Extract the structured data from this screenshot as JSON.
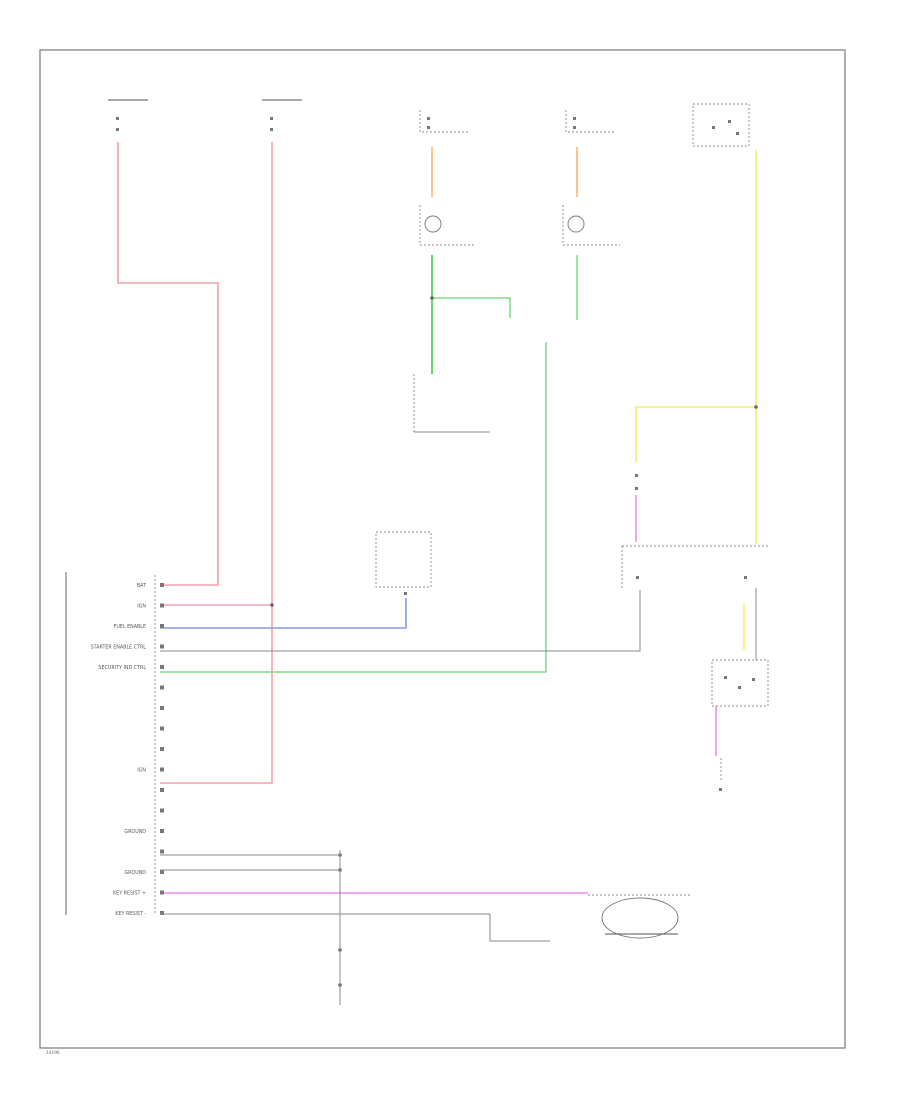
{
  "footer_code": "14196",
  "wire_colors": {
    "red": "#f7a0a8",
    "pink": "#f2a3c2",
    "blue": "#8a9ae6",
    "green": "#86dc8a",
    "bright_green": "#36d13e",
    "yellow": "#f4f06a",
    "orange": "#f7b56b",
    "magenta": "#f08cf0",
    "grey": "#8a8a8a"
  },
  "connector_pins": [
    "BAT",
    "IGN",
    "FUEL ENABLE",
    "STARTER ENABLE CTRL",
    "SECURITY IND CTRL",
    "",
    "",
    "",
    "",
    "IGN",
    "",
    "",
    "GROUND",
    "",
    "GROUND",
    "KEY RESIST +",
    "KEY RESIST -"
  ]
}
